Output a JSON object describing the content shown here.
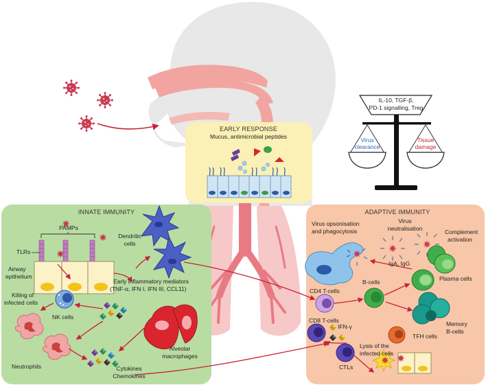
{
  "early_response": {
    "title": "EARLY RESPONSE",
    "subtitle": "Mucus, antimicrobial peptides"
  },
  "innate": {
    "title": "INNATE IMMUNITY",
    "pamps": "PAMPs",
    "tlrs": "TLRs",
    "airway_line1": "Airway",
    "airway_line2": "epithelium",
    "dendritic_line1": "Dendritic",
    "dendritic_line2": "cells",
    "mediators_line1": "Early inflammatory mediators",
    "mediators_line2": "(TNF-α, IFN I, IFN III, CCL11)",
    "killing_line1": "Killing of",
    "killing_line2": "infected cells",
    "nk_cells": "NK cells",
    "neutrophils": "Neutrophils",
    "alveolar_line1": "Alveolar",
    "alveolar_line2": "macrophages",
    "cytokines_line1": "Cytokines",
    "cytokines_line2": "Chemokines"
  },
  "adaptive": {
    "title": "ADAPTIVE IMMUNITY",
    "opsonisation_line1": "Virus opsonisation",
    "opsonisation_line2": "and phagocytosis",
    "neutralisation_line1": "Virus",
    "neutralisation_line2": "neutralisation",
    "complement_line1": "Complement",
    "complement_line2": "activation",
    "iga_igg": "IgA, IgG",
    "cd4": "CD4 T-cells",
    "bcells": "B-cells",
    "plasma": "Plasma cells",
    "cd8": "CD8 T-cells",
    "ifn_gamma": "IFN-γ",
    "memory_line1": "Memory",
    "memory_line2": "B-cells",
    "tfh": "TFH cells",
    "lysis_line1": "Lysis of the",
    "lysis_line2": "infected cells",
    "ctls": "CTLs"
  },
  "balance": {
    "top_line1": "IL-10, TGF-β,",
    "top_line2": "PD-1 signalling, Treg",
    "left_line1": "Virus",
    "left_line2": "clearance",
    "right_line1": "Tissue",
    "right_line2": "damage"
  },
  "colors": {
    "innate_panel": "#b9dca3",
    "adaptive_panel": "#f8c6a8",
    "early_panel": "#fbf0b5",
    "head": "#e8e8e8",
    "airway": "#f2a5a0",
    "virus": "#c93a52",
    "arrow": "#c8223a",
    "left_pan_text": "#2b66b3",
    "right_pan_text": "#c0223b"
  }
}
